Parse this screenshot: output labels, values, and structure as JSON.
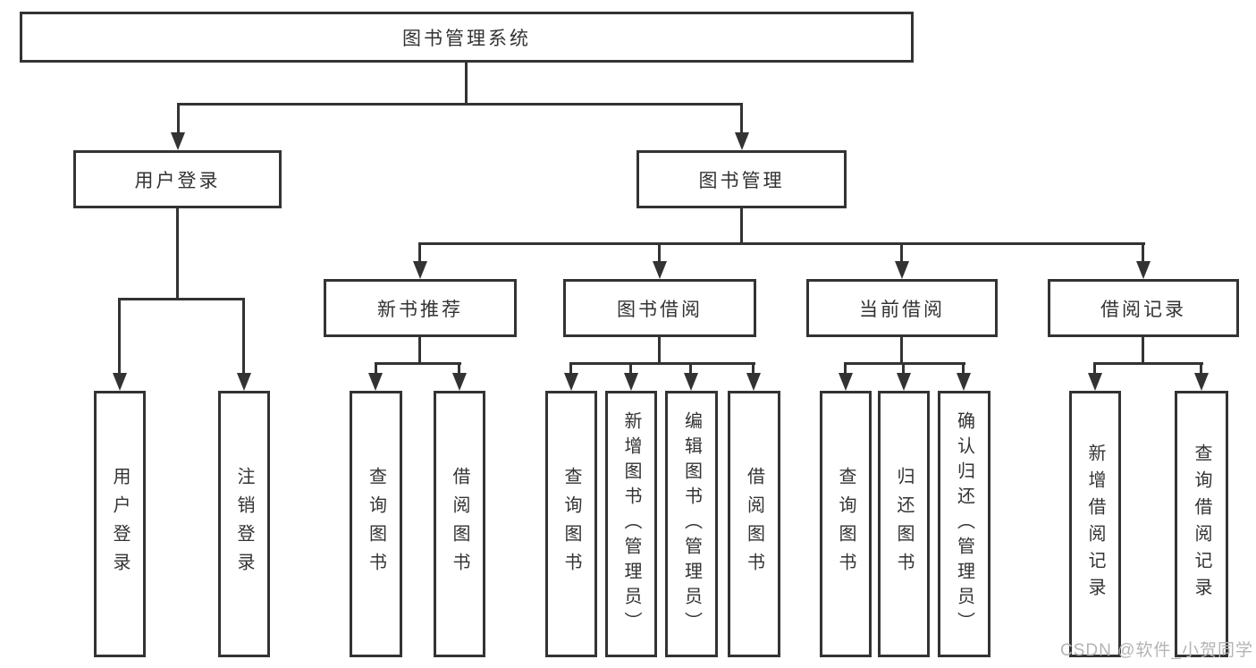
{
  "watermark": "CSDN @软件_小贺同学",
  "colors": {
    "line": "#333333",
    "text": "#333333",
    "background": "#ffffff",
    "watermark": "#b4b4b4"
  },
  "tree": {
    "root": {
      "label": "图书管理系统"
    },
    "login_branch": {
      "label": "用户登录",
      "children": [
        {
          "label": "用户登录"
        },
        {
          "label": "注销登录"
        }
      ]
    },
    "mgmt_branch": {
      "label": "图书管理",
      "sections": [
        {
          "label": "新书推荐",
          "children": [
            {
              "label": "查询图书"
            },
            {
              "label": "借阅图书"
            }
          ]
        },
        {
          "label": "图书借阅",
          "children": [
            {
              "label": "查询图书"
            },
            {
              "label": "新增图书（管理员）"
            },
            {
              "label": "编辑图书（管理员）"
            },
            {
              "label": "借阅图书"
            }
          ]
        },
        {
          "label": "当前借阅",
          "children": [
            {
              "label": "查询图书"
            },
            {
              "label": "归还图书"
            },
            {
              "label": "确认归还（管理员）"
            }
          ]
        },
        {
          "label": "借阅记录",
          "children": [
            {
              "label": "新增借阅记录"
            },
            {
              "label": "查询借阅记录"
            }
          ]
        }
      ]
    }
  }
}
